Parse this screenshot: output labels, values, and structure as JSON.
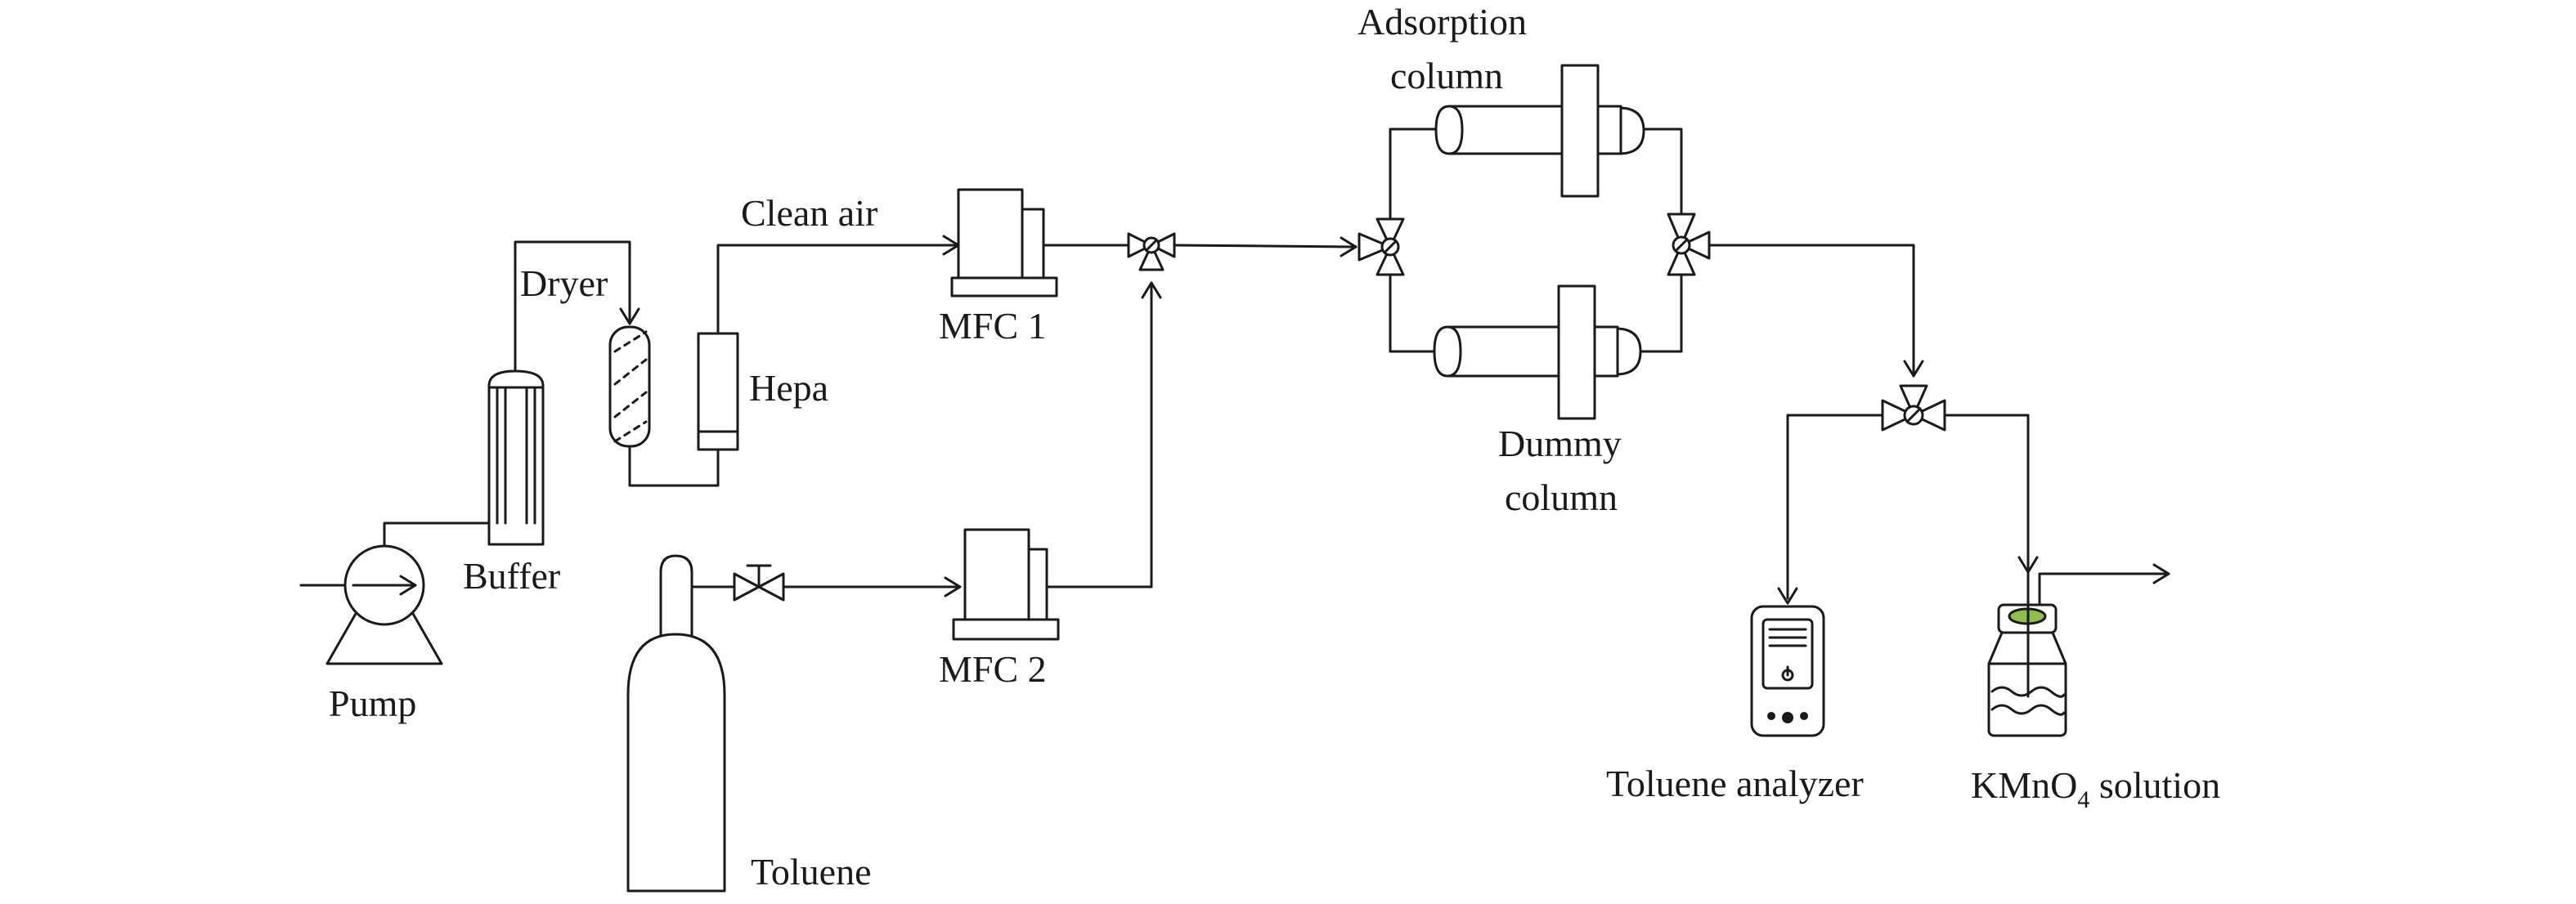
{
  "labels": {
    "pump": "Pump",
    "buffer": "Buffer",
    "dryer": "Dryer",
    "hepa": "Hepa",
    "clean_air": "Clean air",
    "mfc1": "MFC 1",
    "mfc2": "MFC 2",
    "toluene": "Toluene",
    "adsorption_line1": "Adsorption",
    "adsorption_line2": "column",
    "dummy_line1": "Dummy",
    "dummy_line2": "column",
    "analyzer": "Toluene analyzer",
    "kmno4_main": "KMnO",
    "kmno4_sub": "4",
    "kmno4_tail": " solution"
  },
  "colors": {
    "line": "#1a1a1a",
    "liquid_surface": "#8fbf4a",
    "background": "#ffffff"
  }
}
